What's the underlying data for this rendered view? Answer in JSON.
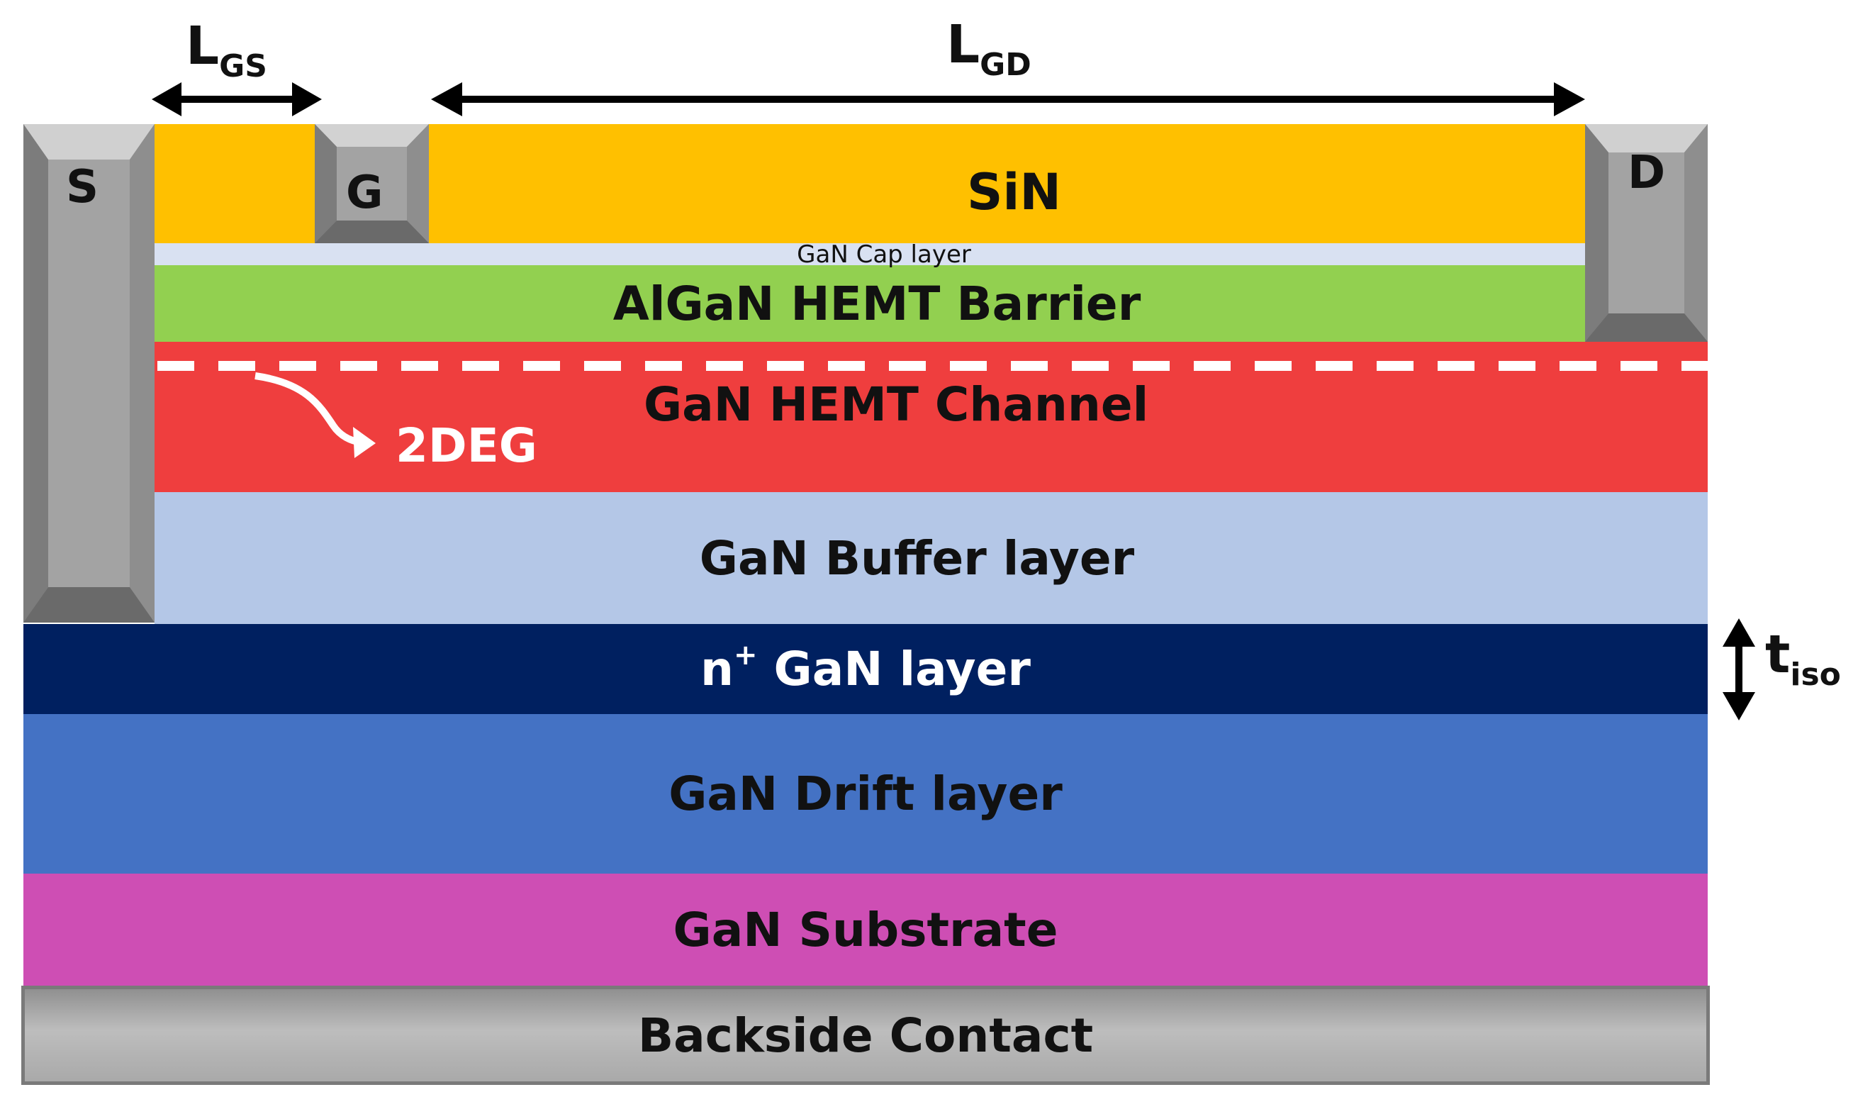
{
  "labels": {
    "source": "S",
    "gate": "G",
    "drain": "D",
    "sin": "SiN",
    "cap": "GaN Cap layer",
    "barrier": "AlGaN HEMT Barrier",
    "channel": "GaN HEMT Channel",
    "two_deg": "2DEG",
    "buffer": "GaN Buffer layer",
    "nplus_base": "n",
    "nplus_sup": "+",
    "nplus_rest": " GaN layer",
    "drift": "GaN Drift layer",
    "substrate": "GaN Substrate",
    "backside": "Backside Contact",
    "lgs_main": "L",
    "lgs_sub": "GS",
    "lgd_main": "L",
    "lgd_sub": "GD",
    "tiso_main": "t",
    "tiso_sub": "iso"
  },
  "colors": {
    "sin": "#FFC000",
    "cap": "#D9E1F2",
    "barrier": "#92D050",
    "channel": "#EF3E3E",
    "buffer": "#B4C7E7",
    "nplus": "#002060",
    "drift": "#4472C4",
    "substrate": "#CE4EB4",
    "metal": "#A6A6A6"
  }
}
